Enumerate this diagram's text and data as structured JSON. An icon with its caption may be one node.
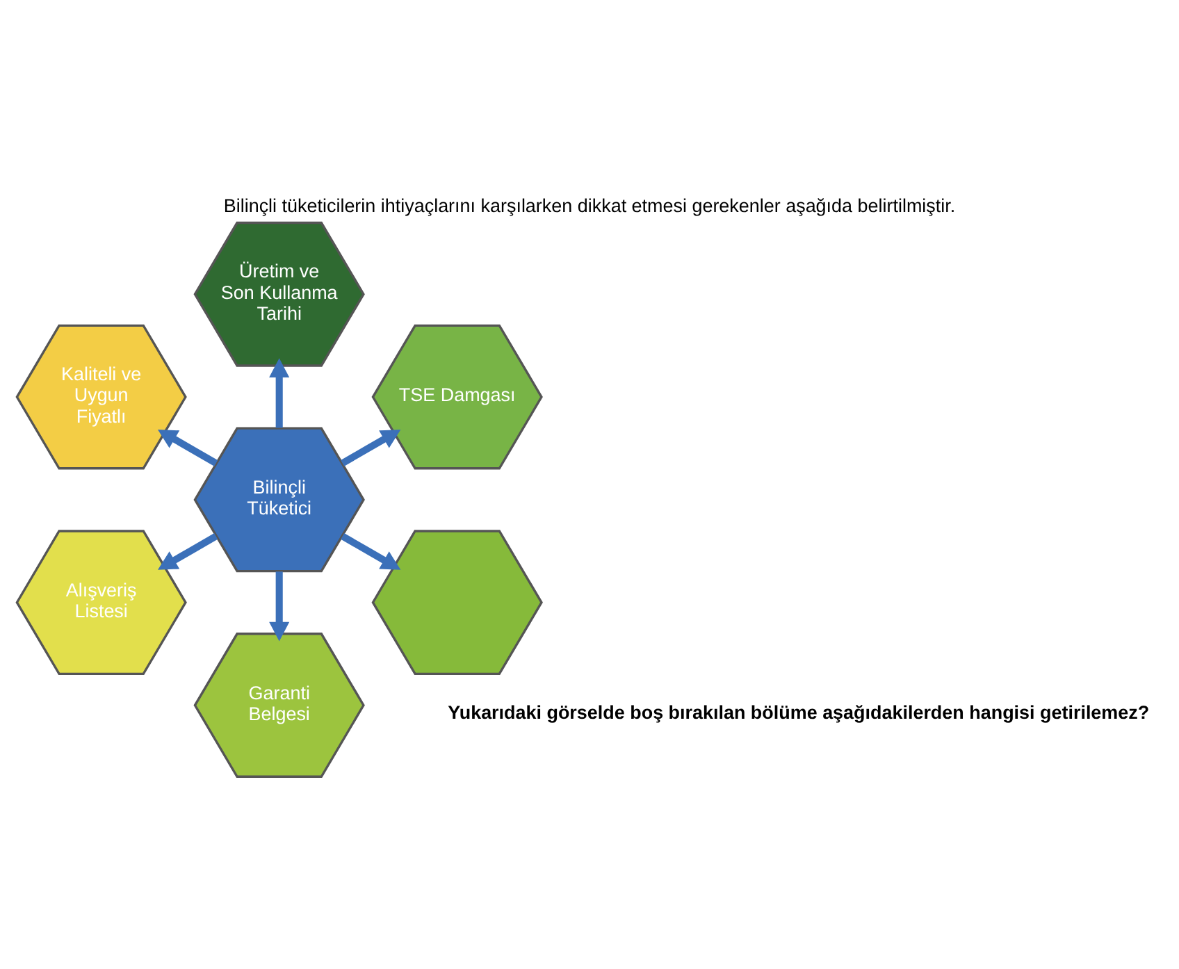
{
  "diagram": {
    "title": "Bilinçli tüketicilerin ihtiyaçlarını karşılarken dikkat etmesi gerekenler aşağıda belirtilmiştir.",
    "caption": "Yukarıdaki görselde boş bırakılan bölüme aşağıdakilerden hangisi getirilemez?",
    "nodes": [
      {
        "text": [
          "Bilinçli Tüketici"
        ]
      },
      {
        "text": [
          "TSE Damgası"
        ]
      },
      {
        "text": [
          "Üretim ve Son Kullanma Tarihi"
        ]
      },
      {
        "text": [
          "Kaliteli ve Uygun Fiyatlı"
        ]
      },
      {
        "text": [
          "Alışveriş Listesi"
        ]
      },
      {
        "text": [
          "Garanti Belgesi"
        ]
      },
      {
        "text": [],
        "shape": "hexagon"
      }
    ],
    "edges": [
      {
        "from": 0,
        "to": 1,
        "arrow": "to"
      },
      {
        "from": 0,
        "to": 2,
        "arrow": "to"
      },
      {
        "from": 0,
        "to": 3,
        "arrow": "to"
      },
      {
        "from": 0,
        "to": 4,
        "arrow": "to"
      },
      {
        "from": 0,
        "to": 5,
        "arrow": "to"
      },
      {
        "from": 0,
        "to": 6,
        "arrow": "to"
      }
    ]
  }
}
